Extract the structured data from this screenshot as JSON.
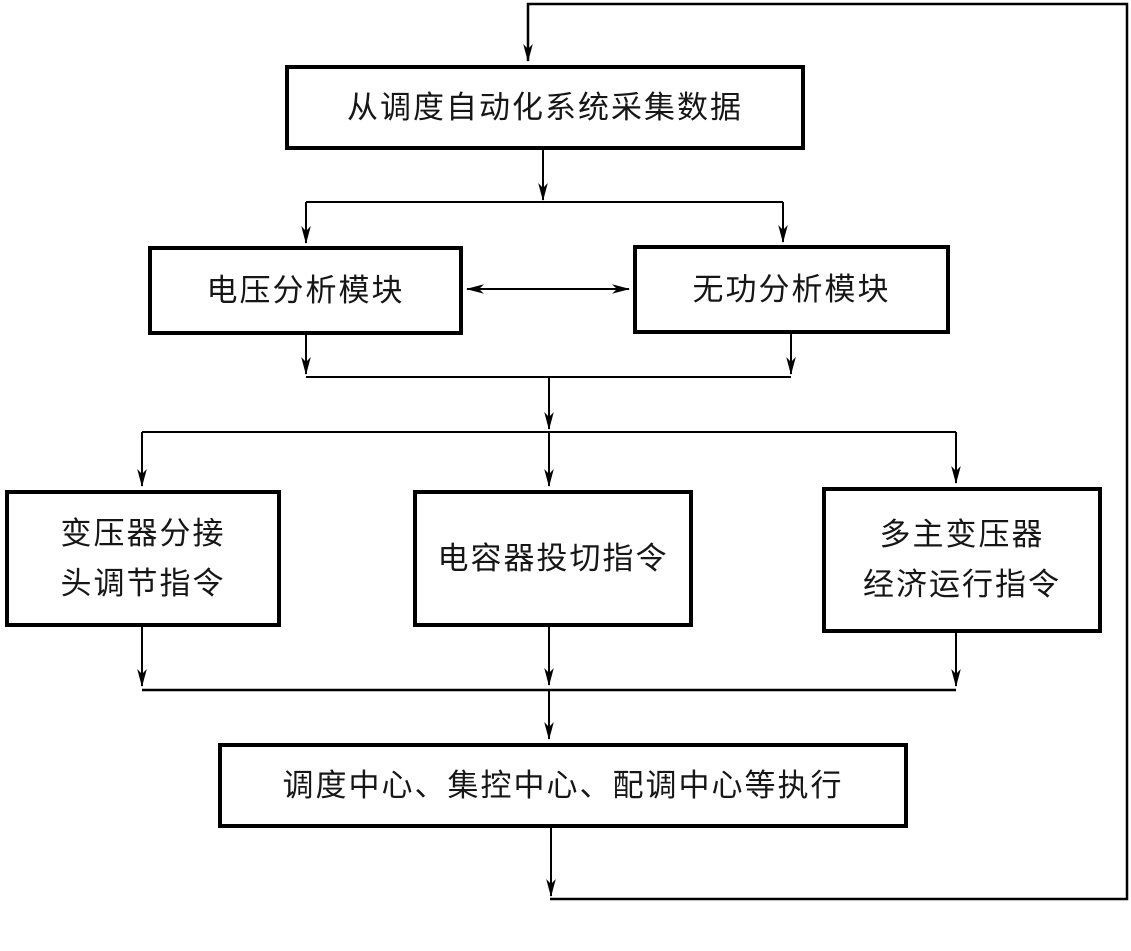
{
  "diagram": {
    "type": "flowchart",
    "description": "Voltage and reactive power optimization control flow with feedback loop",
    "colors": {
      "background": "#ffffff",
      "line": "#000000",
      "text": "#161616"
    },
    "nodes": {
      "collect_data": {
        "label": "从调度自动化系统采集数据"
      },
      "voltage_analysis": {
        "label": "电压分析模块"
      },
      "reactive_analysis": {
        "label": "无功分析模块"
      },
      "tap_command": {
        "line1": "变压器分接",
        "line2": "头调节指令"
      },
      "capacitor_command": {
        "label": "电容器投切指令"
      },
      "multi_transformer_command": {
        "line1": "多主变压器",
        "line2": "经济运行指令"
      },
      "execute": {
        "label": "调度中心、集控中心、配调中心等执行"
      }
    },
    "edges": [
      {
        "from": "collect_data",
        "to": "voltage_analysis",
        "style": "arrow"
      },
      {
        "from": "collect_data",
        "to": "reactive_analysis",
        "style": "arrow"
      },
      {
        "from": "voltage_analysis",
        "to": "reactive_analysis",
        "style": "double-arrow"
      },
      {
        "from": "voltage_analysis",
        "to": "merge",
        "style": "arrow"
      },
      {
        "from": "reactive_analysis",
        "to": "merge",
        "style": "arrow"
      },
      {
        "from": "merge",
        "to": "tap_command",
        "style": "arrow"
      },
      {
        "from": "merge",
        "to": "capacitor_command",
        "style": "arrow"
      },
      {
        "from": "merge",
        "to": "multi_transformer_command",
        "style": "arrow"
      },
      {
        "from": "tap_command",
        "to": "execute",
        "style": "arrow"
      },
      {
        "from": "capacitor_command",
        "to": "execute",
        "style": "arrow"
      },
      {
        "from": "multi_transformer_command",
        "to": "execute",
        "style": "arrow"
      },
      {
        "from": "execute",
        "to": "collect_data",
        "style": "feedback-arrow"
      }
    ]
  }
}
